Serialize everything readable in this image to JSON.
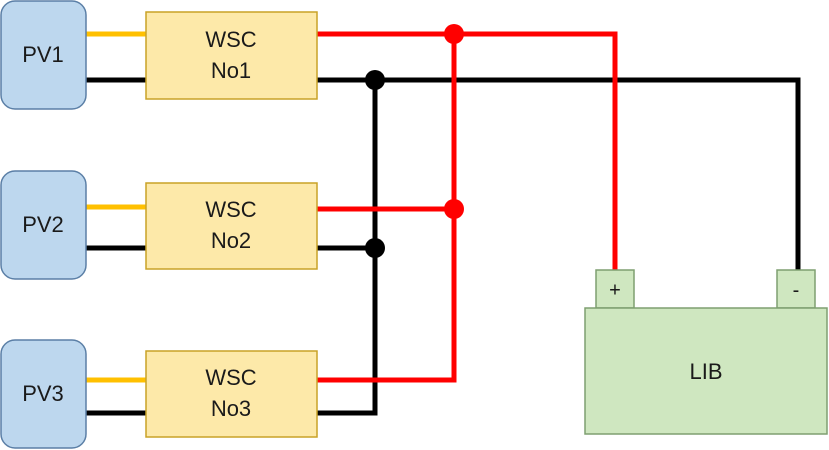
{
  "pv_panels": [
    {
      "label": "PV1"
    },
    {
      "label": "PV2"
    },
    {
      "label": "PV3"
    }
  ],
  "controllers": [
    {
      "line1": "WSC",
      "line2": "No1"
    },
    {
      "line1": "WSC",
      "line2": "No2"
    },
    {
      "line1": "WSC",
      "line2": "No3"
    }
  ],
  "battery": {
    "label": "LIB",
    "positive_label": "+",
    "negative_label": "-"
  },
  "colors": {
    "pv_fill": "#bdd7ee",
    "pv_stroke": "#5b7fa6",
    "wsc_fill": "#fde9a9",
    "wsc_stroke": "#c9a227",
    "lib_fill": "#cfe7c0",
    "lib_stroke": "#7f9f70",
    "wire_pv_positive": "#ffc000",
    "wire_positive": "#ff0000",
    "wire_negative": "#000000"
  }
}
